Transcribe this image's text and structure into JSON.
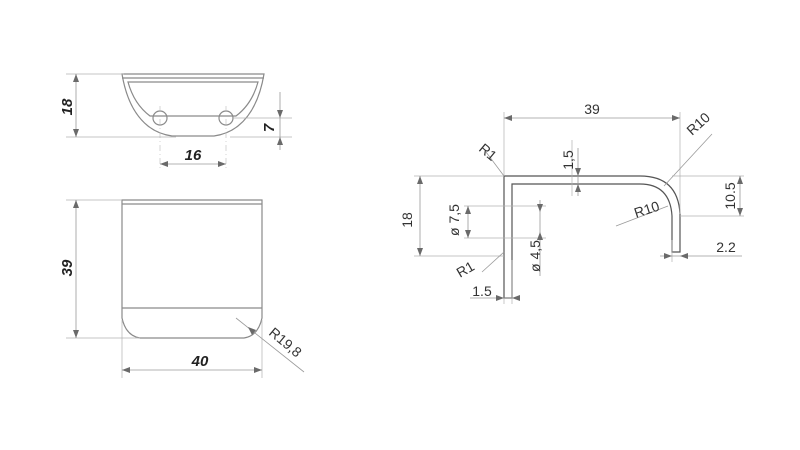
{
  "front_view": {
    "height": "18",
    "hole_spacing": "16",
    "hole_depth": "7"
  },
  "top_view": {
    "length": "39",
    "width": "40",
    "radius": "R19,8"
  },
  "side_profile": {
    "span": "39",
    "outer_radius": "R10",
    "inner_radius": "R10",
    "top_corner_radius": "R1",
    "bottom_corner_radius": "R1",
    "thickness_top": "1,5",
    "thickness_bottom": "1.5",
    "height": "18",
    "hole_outer": "ø 7,5",
    "hole_inner": "ø 4,5",
    "drop": "10.5",
    "lip": "2.2"
  }
}
